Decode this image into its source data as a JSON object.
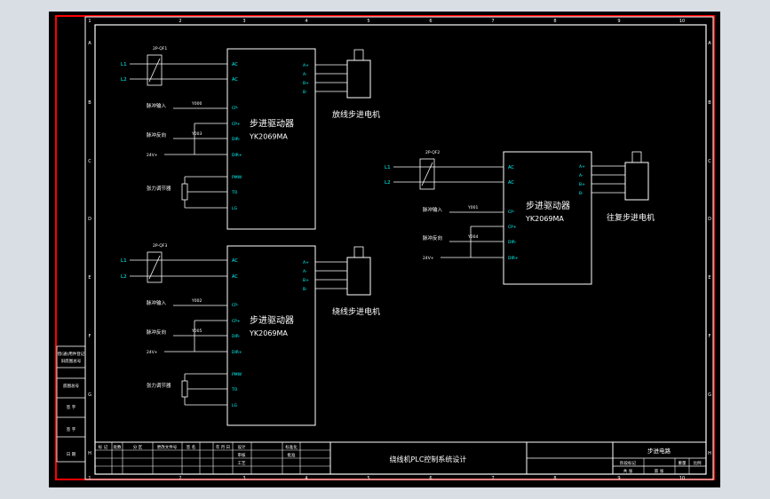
{
  "colors": {
    "background": "#000000",
    "frame_outer": "#ff0000",
    "line": "#ffffff",
    "terminal": "#00ffff",
    "yellow": "#ffff00",
    "viewport": "#d9dde4"
  },
  "drivers": [
    {
      "title": "步进驱动器",
      "model": "YK2069MA",
      "breaker": "2P-QF1",
      "inputs": [
        "L1",
        "L2"
      ],
      "power_pins": [
        "AC",
        "AC"
      ],
      "ctrl_pins": [
        "CP-",
        "CP+",
        "DIR-",
        "DIR+"
      ],
      "ctrl_nets": [
        "Y000",
        "Y003"
      ],
      "pulse_label": "脉冲输入",
      "dir_label": "脉冲反向",
      "dc_label": "24V+",
      "pot_label": "张力调节器",
      "pot_pins": [
        "PMW",
        "TO",
        "LG"
      ],
      "motor_pins": [
        "A+",
        "A-",
        "B+",
        "B-"
      ],
      "motor_label": "放线步进电机"
    },
    {
      "title": "步进驱动器",
      "model": "YK2069MA",
      "breaker": "2P-QF3",
      "inputs": [
        "L1",
        "L2"
      ],
      "power_pins": [
        "AC",
        "AC"
      ],
      "ctrl_pins": [
        "CP-",
        "CP+",
        "DIR-",
        "DIR+"
      ],
      "ctrl_nets": [
        "Y002",
        "Y005"
      ],
      "pulse_label": "脉冲输入",
      "dir_label": "脉冲反向",
      "dc_label": "24V+",
      "pot_label": "张力调节器",
      "pot_pins": [
        "PMW",
        "TO",
        "LG"
      ],
      "motor_pins": [
        "A+",
        "A-",
        "B+",
        "B-"
      ],
      "motor_label": "绕线步进电机"
    },
    {
      "title": "步进驱动器",
      "model": "YK2069MA",
      "breaker": "2P-QF2",
      "inputs": [
        "L1",
        "L2"
      ],
      "power_pins": [
        "AC",
        "AC"
      ],
      "ctrl_pins": [
        "CP-",
        "CP+",
        "DIR-",
        "DIR+"
      ],
      "ctrl_nets": [
        "Y001",
        "Y004"
      ],
      "pulse_label": "脉冲输入",
      "dir_label": "脉冲反向",
      "dc_label": "24V+",
      "pot_label": "",
      "pot_pins": [],
      "motor_pins": [
        "A+",
        "A-",
        "B+",
        "B-"
      ],
      "motor_label": "往复步进电机"
    }
  ],
  "title_block": {
    "project": "绕线机PLC控制系统设计",
    "drawing_name": "步进电路",
    "header_cells": [
      "标 记",
      "处数",
      "分 区",
      "更改文件号",
      "签 名",
      "年 月 日"
    ],
    "row_labels": [
      "设计",
      "审核",
      "工艺"
    ],
    "mid_labels": [
      "标准化",
      "批准"
    ],
    "stage_labels": [
      "阶段标记",
      "重量",
      "比例"
    ],
    "sheet_labels": [
      "共 张",
      "第 张"
    ]
  },
  "side_labels": [
    "借(通)用件登记",
    "旧底图总号",
    "底图总号",
    "签 字",
    "日 期"
  ],
  "grid": {
    "columns": [
      "1",
      "2",
      "3",
      "4",
      "5",
      "6",
      "7",
      "8",
      "9",
      "10"
    ],
    "rows": [
      "A",
      "B",
      "C",
      "D",
      "E",
      "F",
      "G",
      "H"
    ]
  }
}
